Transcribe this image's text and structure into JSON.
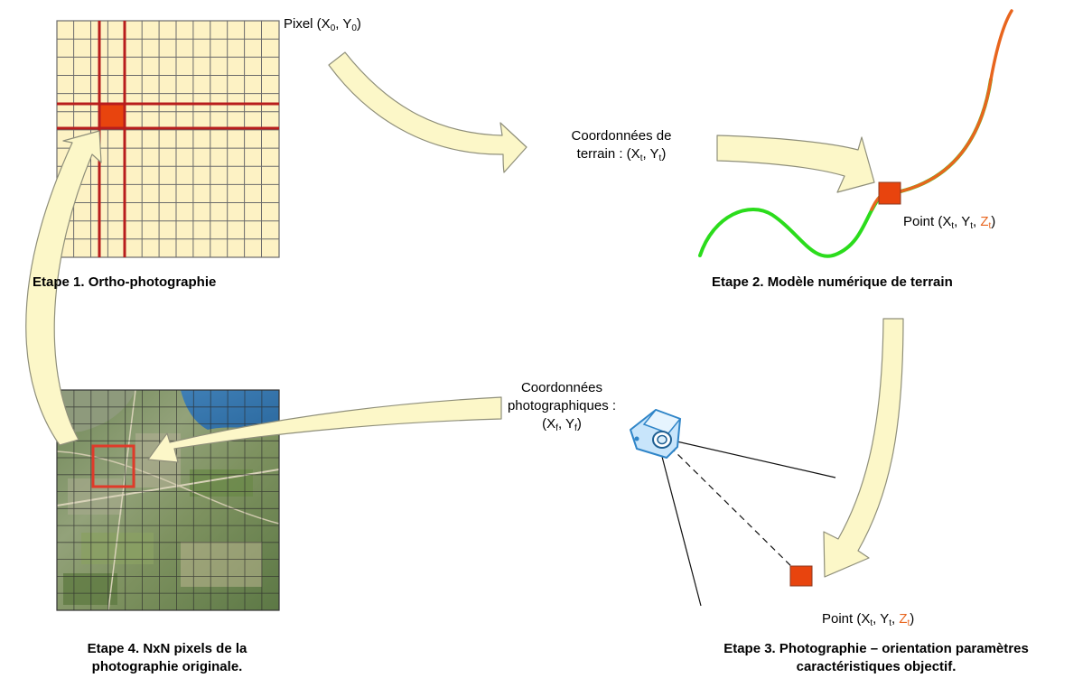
{
  "labels": {
    "pixel": {
      "text": "Pixel (X",
      "s1": "0",
      "m1": ", Y",
      "s2": "0",
      "end": ")"
    },
    "coord_terrain": {
      "line1": "Coordonnées de",
      "line2": "terrain : (X",
      "s1": "t",
      "m1": ", Y",
      "s2": "t",
      "end": ")"
    },
    "point_top": {
      "text": "Point (X",
      "s1": "t",
      "m1": ", Y",
      "s2": "t",
      "m2": ", ",
      "z": "Z",
      "s3": "t",
      "end": ")"
    },
    "point_bottom": {
      "text": "Point (X",
      "s1": "t",
      "m1": ", Y",
      "s2": "t",
      "m2": ", ",
      "z": "Z",
      "s3": "t",
      "end": ")"
    },
    "coord_photo": {
      "line1": "Coordonnées",
      "line2": "photographiques :",
      "line3": "(X",
      "s1": "f",
      "m1": ", Y",
      "s2": "f",
      "end": ")"
    }
  },
  "steps": {
    "step1": "Etape 1. Ortho-photographie",
    "step2": "Etape 2. Modèle numérique de terrain",
    "step3_line1": "Etape 3. Photographie – orientation paramètres",
    "step3_line2": "caractéristiques objectif.",
    "step4_line1": "Etape 4. NxN pixels de la",
    "step4_line2": "photographie originale."
  },
  "colors": {
    "grid_fill": "#fdf2c4",
    "grid_line": "#6b6b6b",
    "highlight_line": "#b81d1d",
    "pixel_square": "#e8440e",
    "arrow_fill": "#fcf7c8",
    "arrow_stroke": "#8f8f7a",
    "curve_green": "#2bdc1c",
    "curve_orange": "#e8651e",
    "camera_blue": "#4aa6e6"
  }
}
